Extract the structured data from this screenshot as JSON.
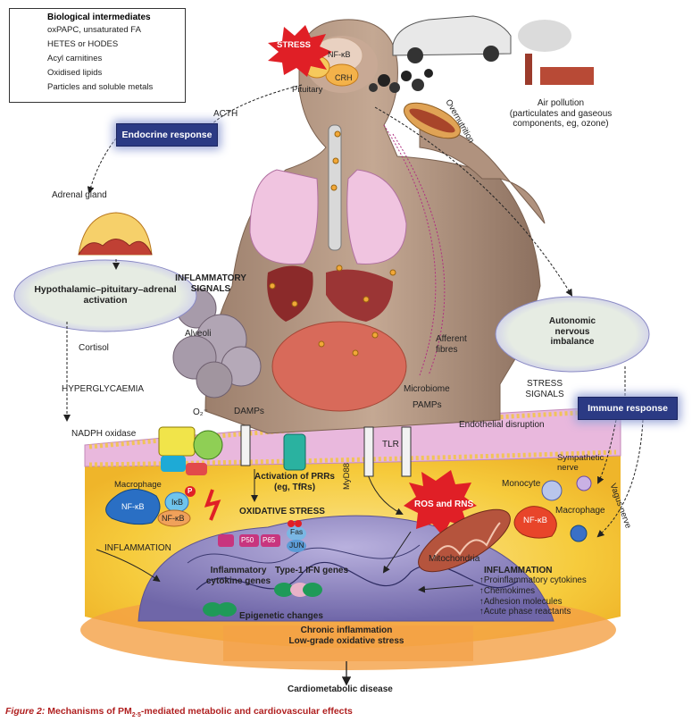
{
  "legend": {
    "title": "Biological intermediates",
    "items": [
      {
        "label": "oxPAPC, unsaturated FA",
        "icon": "squiggle-icon"
      },
      {
        "label": "HETES or HODES",
        "icon": "wavy-lines-icon"
      },
      {
        "label": "Acyl carnitines",
        "icon": "orange-dots-icon"
      },
      {
        "label": "Oxidised lipids",
        "icon": "grey-cylinders-icon"
      },
      {
        "label": "Particles and soluble metals",
        "icon": "black-triangles-icon"
      }
    ]
  },
  "head": {
    "stress": "STRESS",
    "nfkb": "NF-κB",
    "crh": "CRH",
    "pituitary": "Pituitary",
    "acth": "ACTH",
    "overnutrition": "Overnutrition"
  },
  "pollution": {
    "label": "Air pollution (particulates and gaseous components, eg, ozone)",
    "line1": "Air pollution",
    "line2": "(particulates and gaseous",
    "line3": "components, eg, ozone)"
  },
  "responses": {
    "endocrine": "Endocrine response",
    "immune": "Immune response"
  },
  "left_side": {
    "adrenal": "Adrenal gland",
    "hpa_line1": "Hypothalamic–pituitary–adrenal",
    "hpa_line2": "activation",
    "cortisol": "Cortisol",
    "hyperglycaemia": "HYPERGLYCAEMIA",
    "nadph": "NADPH oxidase",
    "inflammatory_signals_1": "INFLAMMATORY",
    "inflammatory_signals_2": "SIGNALS",
    "alveoli": "Alveoli",
    "o2": "O₂⁻",
    "damps": "DAMPs"
  },
  "right_side": {
    "ani_line1": "Autonomic",
    "ani_line2": "nervous",
    "ani_line3": "imbalance",
    "afferent_1": "Afferent",
    "afferent_2": "fibres",
    "microbiome": "Microbiome",
    "pamps": "PAMPs",
    "stress_signals_1": "STRESS",
    "stress_signals_2": "SIGNALS",
    "endothelial": "Endothelial disruption",
    "tlr": "TLR",
    "sympathetic_1": "Sympathetic",
    "sympathetic_2": "nerve",
    "vagus": "Vagus nerve",
    "monocyte": "Monocyte",
    "macrophage": "Macrophage",
    "nfkb": "NF-κB"
  },
  "cell": {
    "macrophage": "Macrophage",
    "nfkb": "NF-κB",
    "ikb": "IκB",
    "nfkb2": "NF-κB",
    "p": "P",
    "inflammation_left": "INFLAMMATION",
    "prr_1": "Activation of PRRs",
    "prr_2": "(eg, TfRs)",
    "oxidative": "OXIDATIVE STRESS",
    "myd88": "MyD88",
    "ros": "ROS and RNS",
    "mito": "Mitochondria",
    "p50": "P50",
    "p65": "P65",
    "fas": "Fas",
    "jun": "JUN",
    "cytokine_genes_1": "Inflammatory",
    "cytokine_genes_2": "cytokine genes",
    "ifn": "Type-1 IFN genes",
    "epigenetic": "Epigenetic changes",
    "chronic_1": "Chronic inflammation",
    "chronic_2": "Low-grade oxidative stress",
    "outcome": "Cardiometabolic disease"
  },
  "inflammation_right": {
    "title": "INFLAMMATION",
    "items": [
      "↑Proinflammatory cytokines",
      "↑Chemokimes",
      "↑Adhesion molecules",
      "↑Acute phase reactants"
    ]
  },
  "caption": {
    "prefix": "Figure 2:",
    "text_before": " Mechanisms of PM",
    "sub": "2·5",
    "text_after": "-mediated metabolic and cardiovascular effects"
  },
  "colors": {
    "navy_box": "#2b3a84",
    "skin": "#b89a84",
    "cell_yellow": "#f6cb3c",
    "nucleus": "#8f86bf",
    "membrane": "#e6b5dc",
    "red_burst": "#e01f26",
    "caption_red": "#b02020",
    "oval_green": "#e4ebe1"
  }
}
